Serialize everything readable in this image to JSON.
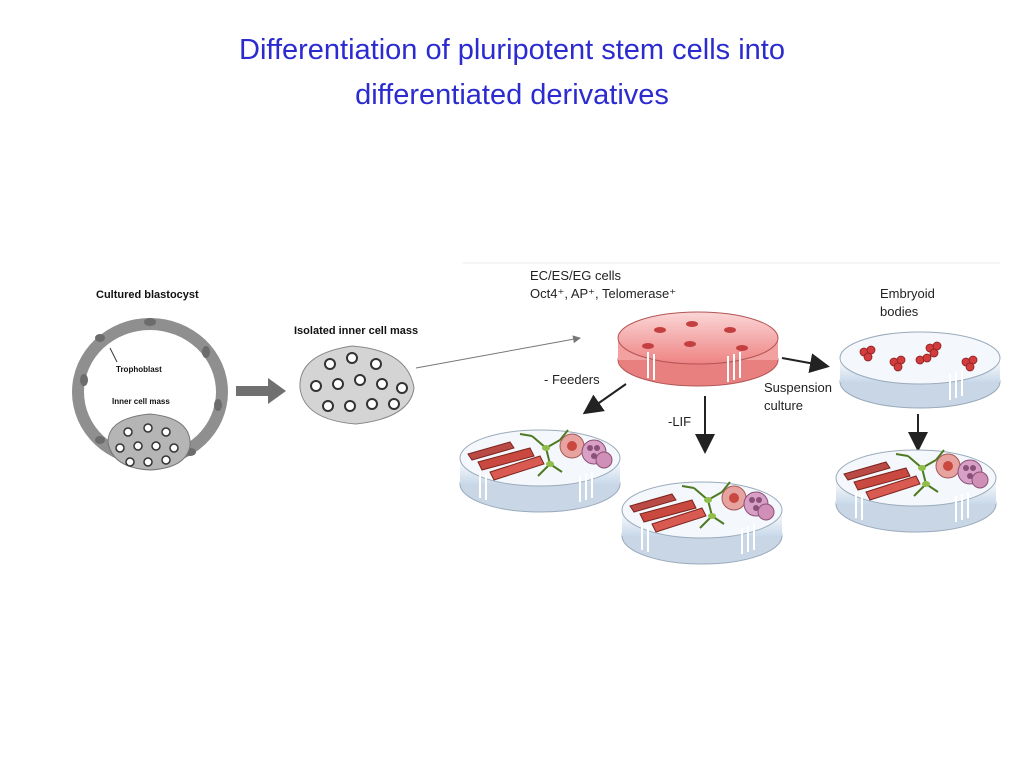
{
  "slide": {
    "title_line1": "Differentiation of pluripotent stem cells into",
    "title_line2": "differentiated derivatives"
  },
  "diagram": {
    "blastocyst_title": "Cultured blastocyst",
    "trophoblast_label": "Trophoblast",
    "inner_cell_mass_label": "Inner cell mass",
    "isolated_icm_label": "Isolated inner cell mass",
    "cells_line1": "EC/ES/EG cells",
    "cells_line2": "Oct4⁺, AP⁺, Telomerase⁺",
    "feeders_label": "- Feeders",
    "lif_label": "-LIF",
    "suspension_line1": "Suspension",
    "suspension_line2": "culture",
    "embryoid_line1": "Embryoid",
    "embryoid_line2": "bodies"
  },
  "colors": {
    "title": "#2b2bd0",
    "trophoblast": "#8f8f8f",
    "dish_pink": "#f29a9a",
    "dish_blue": "#dce8f4",
    "muscle_red": "#c9483f",
    "neuron_green": "#6f9a3a"
  }
}
